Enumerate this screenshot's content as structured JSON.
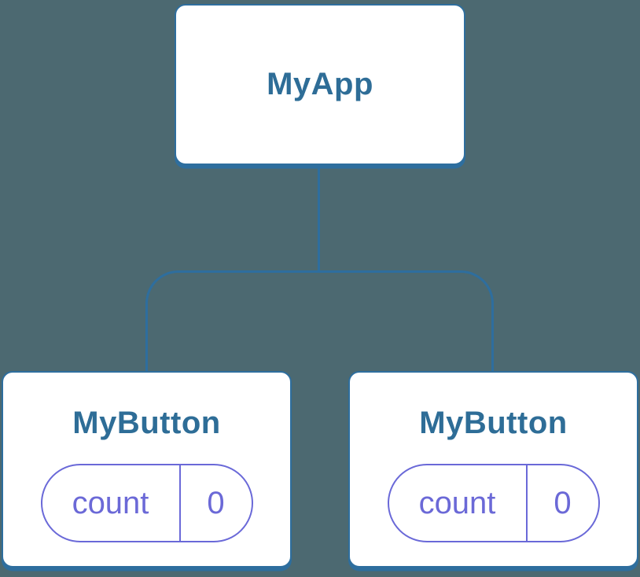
{
  "diagram": {
    "type": "component-tree",
    "colors": {
      "background": "#4c6971",
      "node_border_blue": "#2e6e9e",
      "node_title_blue": "#2e6d97",
      "state_violet_border": "#6a69d8",
      "state_violet_text": "#6b69d7",
      "node_fill": "#ffffff"
    },
    "root": {
      "label": "MyApp"
    },
    "children": [
      {
        "label": "MyButton",
        "state": {
          "key": "count",
          "value": "0"
        }
      },
      {
        "label": "MyButton",
        "state": {
          "key": "count",
          "value": "0"
        }
      }
    ]
  }
}
